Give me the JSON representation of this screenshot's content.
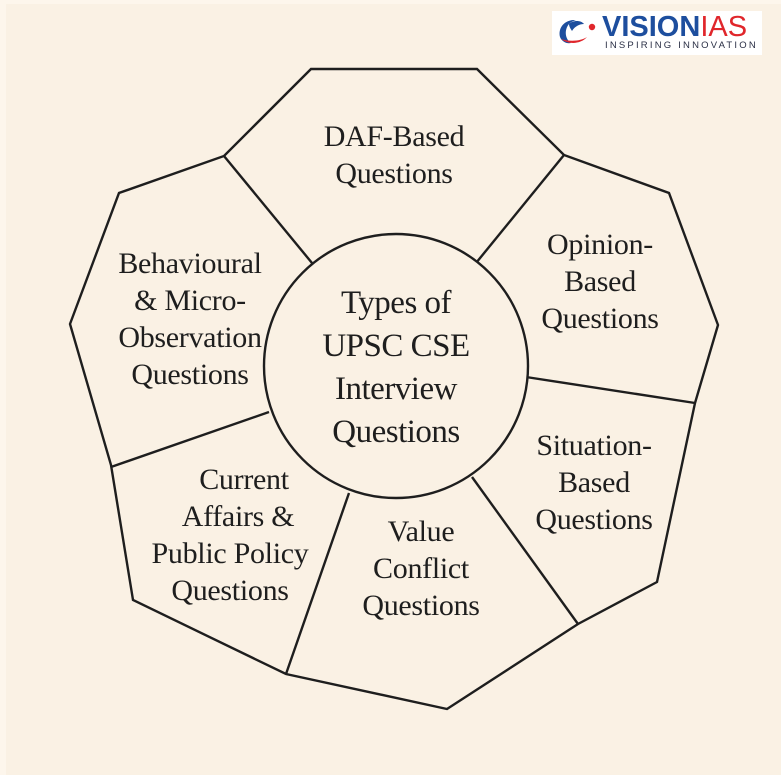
{
  "logo": {
    "brand_primary": "VISION",
    "brand_secondary": "IAS",
    "tagline": "INSPIRING INNOVATION",
    "icon": "globe-swoosh-icon",
    "colors": {
      "blue": "#1d4e9e",
      "red": "#e0262b"
    }
  },
  "diagram": {
    "center": {
      "lines": [
        "Types of",
        "UPSC CSE",
        "Interview",
        "Questions"
      ]
    },
    "segments": [
      {
        "id": "daf",
        "lines": [
          "DAF-Based",
          "Questions"
        ]
      },
      {
        "id": "opinion",
        "lines": [
          "Opinion-",
          "Based",
          "Questions"
        ]
      },
      {
        "id": "situation",
        "lines": [
          "Situation-",
          "Based",
          "Questions"
        ]
      },
      {
        "id": "value-conflict",
        "lines": [
          "Value",
          "Conflict",
          "Questions"
        ]
      },
      {
        "id": "current-affairs",
        "lines": [
          "Current",
          "Affairs &",
          "Public Policy",
          "Questions"
        ]
      },
      {
        "id": "behavioural",
        "lines": [
          "Behavioural",
          "& Micro-",
          "Observation",
          "Questions"
        ]
      }
    ],
    "colors": {
      "background": "#faf1e4",
      "stroke": "#1e1e1e",
      "text": "#1e1e1e"
    }
  }
}
